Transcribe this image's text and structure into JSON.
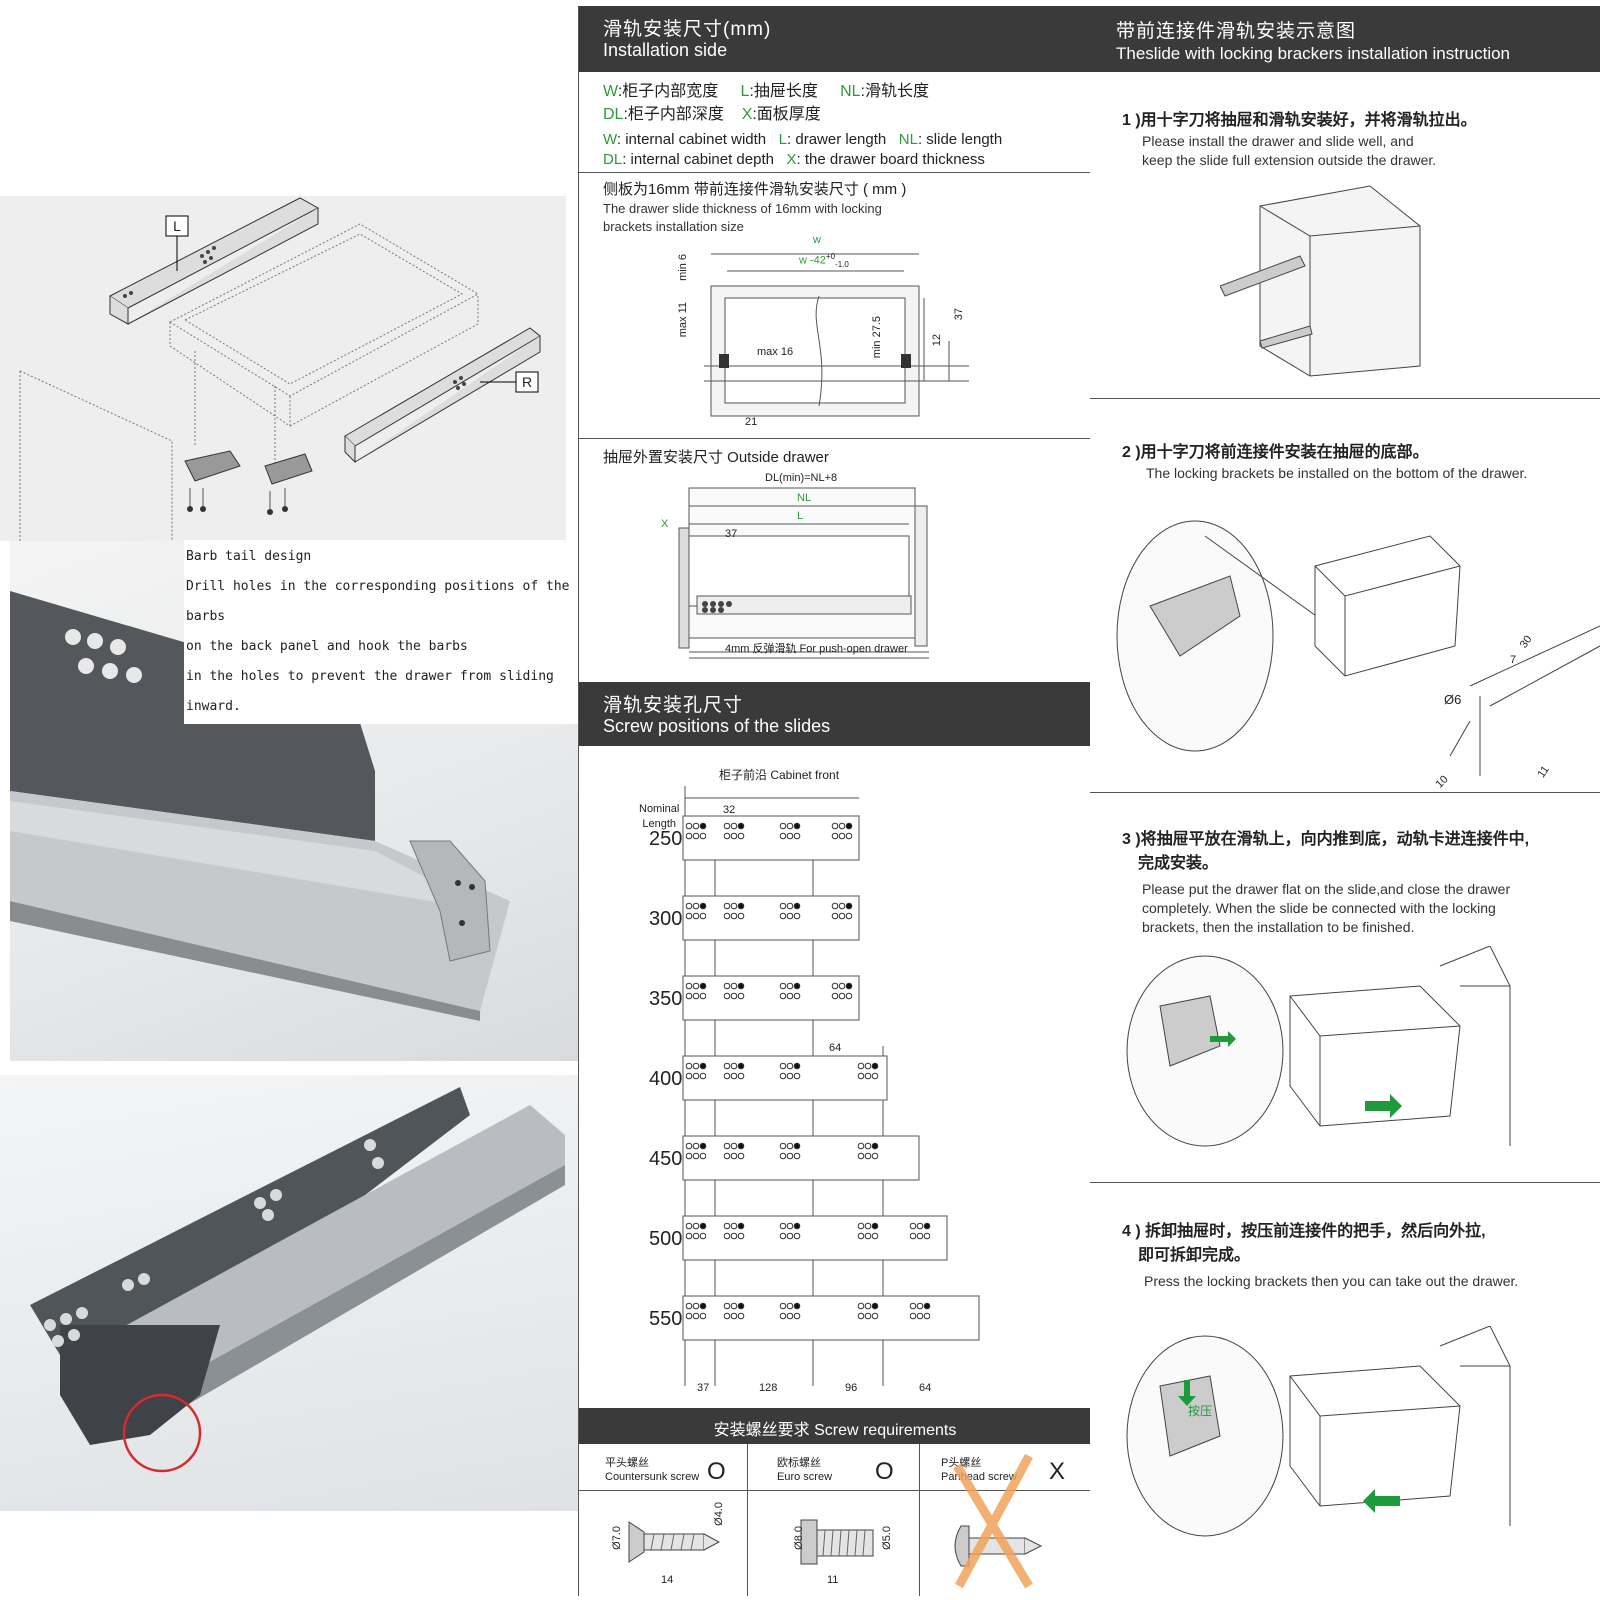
{
  "left": {
    "barb_text": [
      "Barb tail design",
      "Drill holes in the corresponding positions of the barbs",
      "on the back panel and hook the barbs",
      "in the holes to prevent the drawer from sliding inward."
    ],
    "label_L": "L",
    "label_R": "R"
  },
  "install": {
    "header_cn": "滑轨安装尺寸(mm)",
    "header_en": "Installation side",
    "legend_cn_1": [
      {
        "k": "W",
        "v": ":柜子内部宽度"
      },
      {
        "k": "L",
        "v": ":抽屉长度"
      },
      {
        "k": "NL",
        "v": ":滑轨长度"
      }
    ],
    "legend_cn_2": [
      {
        "k": "DL",
        "v": ":柜子内部深度"
      },
      {
        "k": "X",
        "v": ":面板厚度"
      }
    ],
    "legend_en_1": [
      {
        "k": "W",
        "v": ": internal cabinet width"
      },
      {
        "k": "L",
        "v": ": drawer length"
      },
      {
        "k": "NL",
        "v": ": slide length"
      }
    ],
    "legend_en_2": [
      {
        "k": "DL",
        "v": ": internal cabinet depth"
      },
      {
        "k": "X",
        "v": ": the drawer board thickness"
      }
    ],
    "side_title_cn": "侧板为16mm 带前连接件滑轨安装尺寸 ( mm )",
    "side_title_en_1": "The drawer slide thickness of 16mm with locking",
    "side_title_en_2": "brackets installation size",
    "dims": {
      "w": "w",
      "w42": "w -42",
      "w42_tol_top": "+0",
      "w42_tol_bot": "-1.0",
      "min6": "min 6",
      "max11": "max 11",
      "max16": "max 16",
      "min275": "min 27.5",
      "d12": "12",
      "d37": "37",
      "d21": "21"
    },
    "outside_title": "抽屉外置安装尺寸  Outside drawer",
    "outside": {
      "dl": "DL(min)=NL+8",
      "nl": "NL",
      "l": "L",
      "x": "X",
      "d37": "37",
      "push": "4mm 反弹滑轨 For push-open drawer"
    }
  },
  "screw_pos": {
    "header_cn": "滑轨安装孔尺寸",
    "header_en": "Screw positions of the slides",
    "cabinet_front": "柜子前沿  Cabinet front",
    "nominal": "Nominal",
    "length": "Length",
    "d32": "32",
    "d64": "64",
    "rows": [
      "250",
      "300",
      "350",
      "400",
      "450",
      "500",
      "550"
    ],
    "bottom_dims": [
      "37",
      "128",
      "96",
      "64"
    ]
  },
  "screws": {
    "header": "安装螺丝要求  Screw requirements",
    "items": [
      {
        "cn": "平头螺丝",
        "en": "Countersunk screw",
        "mark": "O",
        "d1": "Ø7.0",
        "d2": "Ø4.0",
        "len": "14"
      },
      {
        "cn": "欧标螺丝",
        "en": "Euro screw",
        "mark": "O",
        "d1": "Ø8.0",
        "d2": "Ø5.0",
        "len": "11"
      },
      {
        "cn": "P头螺丝",
        "en": "Panhead screw",
        "mark": "X"
      }
    ]
  },
  "steps": {
    "header_cn": "带前连接件滑轨安装示意图",
    "header_en": "Theslide with locking brackers installation instruction",
    "items": [
      {
        "cn": "1 )用十字刀将抽屉和滑轨安装好，并将滑轨拉出。",
        "en": [
          "Please install the drawer and slide well, and",
          "keep the slide full extension outside the drawer."
        ]
      },
      {
        "cn": "2 )用十字刀将前连接件安装在抽屉的底部。",
        "en": [
          "The locking brackets be installed on the bottom of the drawer."
        ]
      },
      {
        "cn": "3 )将抽屉平放在滑轨上，向内推到底，动轨卡进连接件中,",
        "cn2": "完成安装。",
        "en": [
          "Please put the drawer flat on the slide,and close the drawer",
          "completely. When the slide be connected with the locking",
          "brackets, then the installation to be finished."
        ]
      },
      {
        "cn": "4 ) 拆卸抽屉时，按压前连接件的把手，然后向外拉,",
        "cn2": "即可拆卸完成。",
        "en": [
          "Press the locking brackets then you can take out the drawer."
        ]
      }
    ],
    "d30": "30",
    "d7": "7",
    "d6": "Ø6",
    "d10": "10",
    "d11": "11",
    "press": "按压"
  },
  "colors": {
    "header_bg": "#3a3a3a",
    "green": "#2e9b3a",
    "arrow": "#1f9a3a",
    "cross": "#f0a35a"
  }
}
